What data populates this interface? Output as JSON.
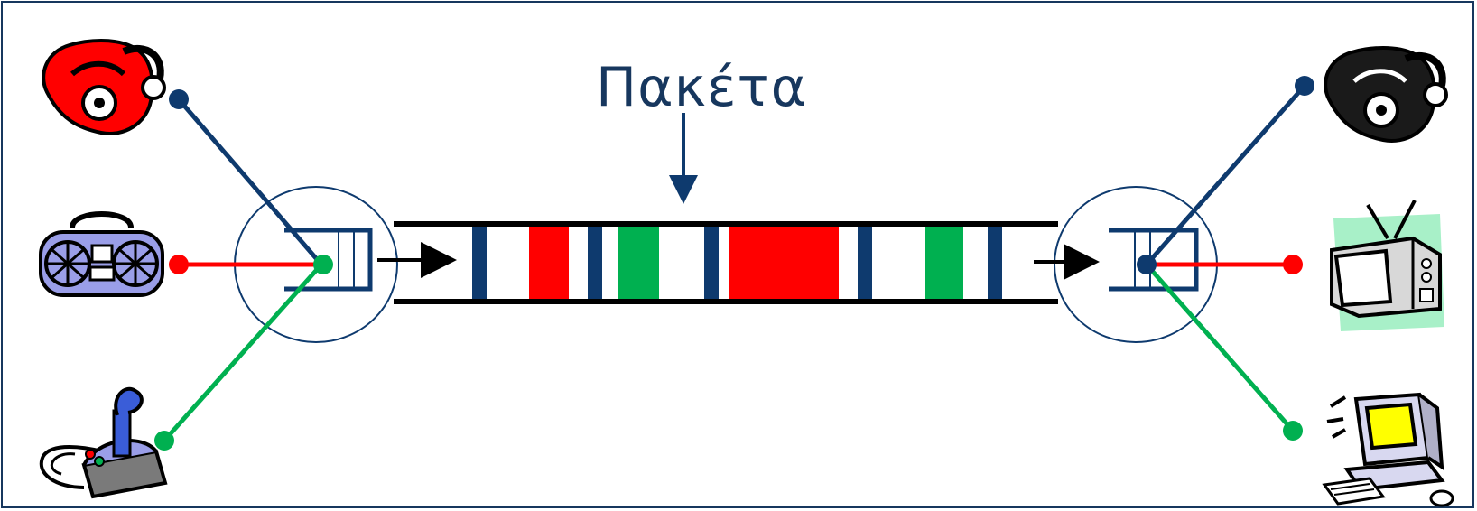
{
  "diagram": {
    "label": "Πακέτα",
    "colors": {
      "navy": "#0e3a6e",
      "red": "#ff0000",
      "green": "#00b050",
      "black": "#000000"
    },
    "left_devices": [
      "telephone-red-icon",
      "boombox-radio-icon",
      "joystick-icon"
    ],
    "right_devices": [
      "telephone-black-icon",
      "television-icon",
      "computer-icon"
    ],
    "packets": [
      "red",
      "green",
      "red",
      "green"
    ]
  }
}
